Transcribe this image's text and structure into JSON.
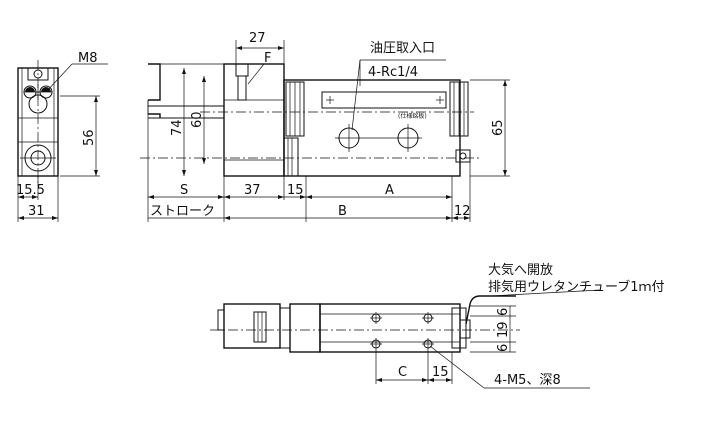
{
  "labels": {
    "m8": "M8",
    "d27": "27",
    "f": "F",
    "oil_port": "油圧取入口",
    "port_spec": "4-Rc1/4",
    "small_note": "(仕様銘板)",
    "d74": "74",
    "d60": "60",
    "d56": "56",
    "d65": "65",
    "d15_5": "15.5",
    "d31": "31",
    "s": "S",
    "d37": "37",
    "d15_top": "15",
    "a": "A",
    "stroke": "ストローク",
    "b": "B",
    "d12": "12",
    "exhaust_1": "大気へ開放",
    "exhaust_2": "排気用ウレタンチューブ1ｍ付",
    "d6_top": "6",
    "d19": "19",
    "d6_bot": "6",
    "c": "C",
    "d15_bot": "15",
    "tap": "4-M5、深8"
  }
}
